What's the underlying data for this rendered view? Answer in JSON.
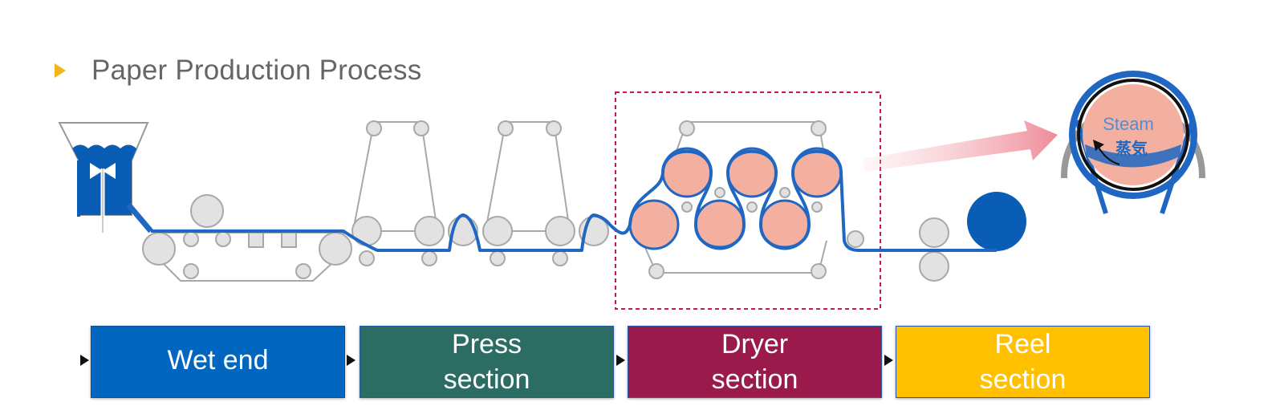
{
  "title": "Paper Production Process",
  "stages": [
    {
      "label": "Wet end",
      "color": "#0066c0"
    },
    {
      "label": "Press\nsection",
      "color": "#2b6d62"
    },
    {
      "label": "Dryer\nsection",
      "color": "#9a1a4c"
    },
    {
      "label": "Reel\nsection",
      "color": "#ffc000"
    }
  ],
  "dryer_detail": {
    "label_en": "Steam",
    "label_ja": "蒸気"
  },
  "colors": {
    "paper_web": "#1f67c2",
    "felt": "#a8a8a8",
    "roll_fill": "#e2e2e2",
    "dryer_cylinder": "#f3b0a0",
    "highlight_frame": "#c8184c",
    "zoom_arrow": "#ef8c98"
  }
}
